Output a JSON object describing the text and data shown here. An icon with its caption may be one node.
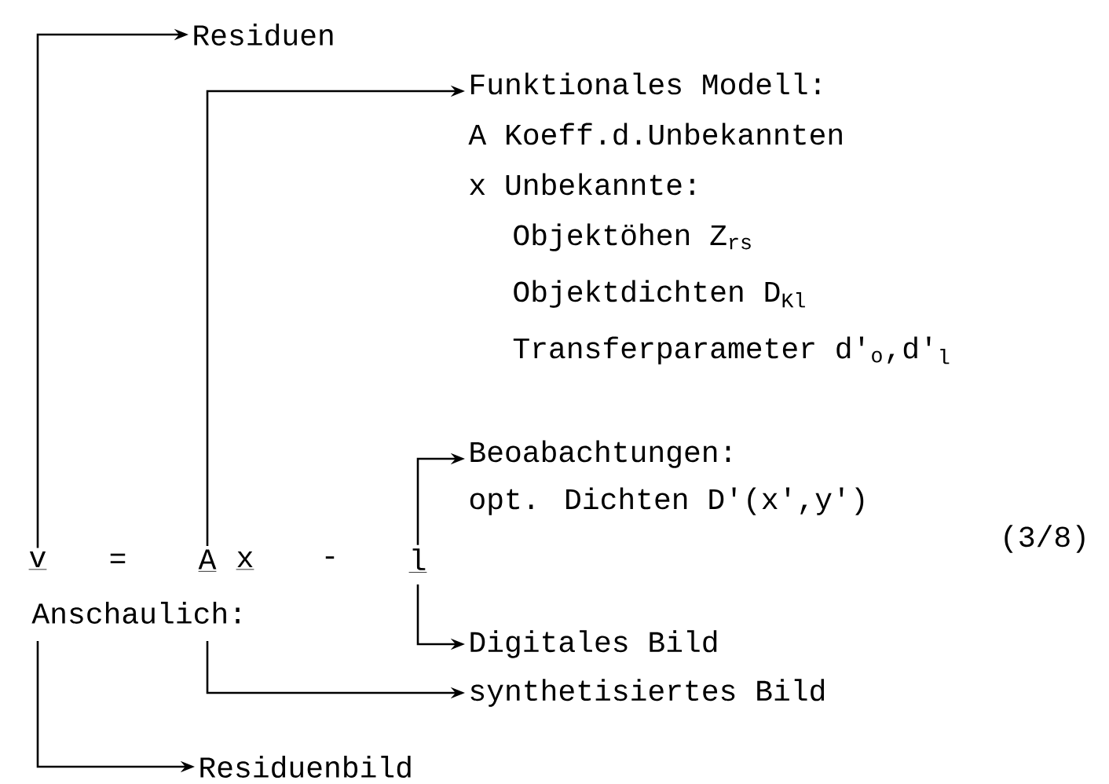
{
  "diagram": {
    "nodes": [
      {
        "text": [
          "Residuen"
        ]
      },
      {
        "text": [
          "Funktionales Modell:",
          "A  Koeff.d.Unbekannten",
          "x  Unbekannte:",
          "Objektöhen Z$_{rs}$",
          "Objektdichten D$_{Kl}$",
          "Transferparameter d'$_{o}$,d'$_{l}$"
        ]
      },
      {
        "text": [
          "Beoabachtungen:",
          "opt. Dichten D'(x',y')"
        ]
      },
      {
        "text": [
          "v"
        ]
      },
      {
        "text": [
          "A"
        ]
      },
      {
        "text": [
          "x"
        ]
      },
      {
        "text": [
          "l"
        ]
      },
      {
        "text": [
          "Digitales Bild"
        ]
      },
      {
        "text": [
          "synthetisiertes Bild"
        ]
      },
      {
        "text": [
          "Residuenbild"
        ]
      }
    ],
    "edges": [
      {
        "from": 3,
        "to": 0,
        "arrow": "to"
      },
      {
        "from": 4,
        "to": 1,
        "arrow": "to"
      },
      {
        "from": 6,
        "to": 2,
        "arrow": "to"
      },
      {
        "from": 6,
        "to": 7,
        "arrow": "to"
      },
      {
        "from": 4,
        "to": 8,
        "arrow": "to"
      },
      {
        "from": 3,
        "to": 9,
        "arrow": "to"
      }
    ],
    "labels": [
      "=",
      "-",
      "(3/8)",
      "Anschaulich:"
    ]
  }
}
